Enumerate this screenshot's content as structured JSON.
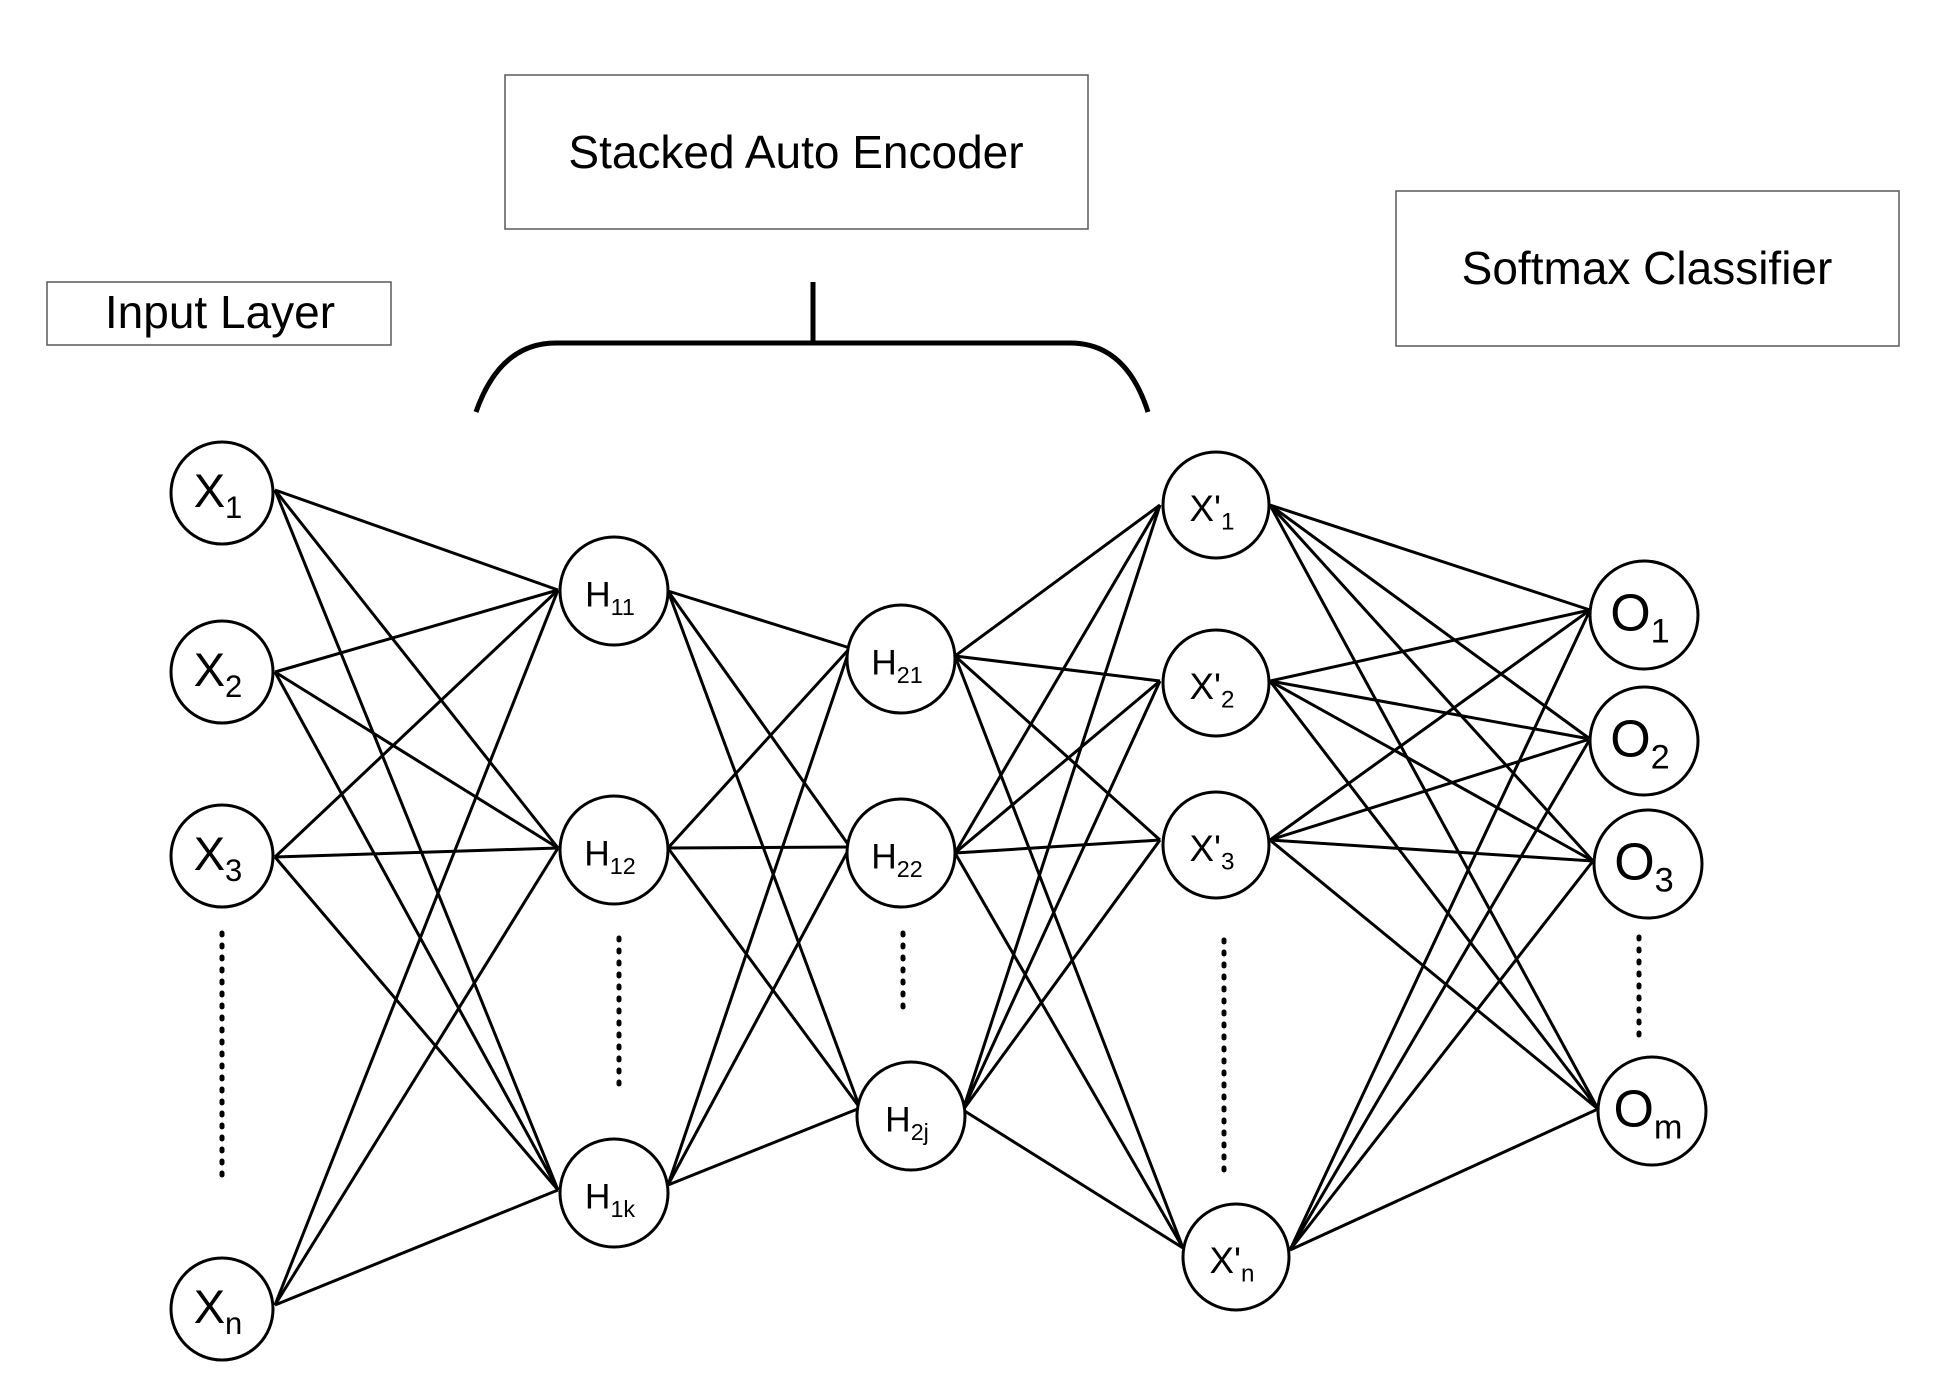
{
  "labels": {
    "input_layer": "Input Layer",
    "stacked_auto_encoder": "Stacked Auto Encoder",
    "softmax_classifier": "Softmax Classifier"
  },
  "layers": [
    {
      "id": "input",
      "nodes": [
        {
          "id": "x1",
          "base": "X",
          "sub": "1"
        },
        {
          "id": "x2",
          "base": "X",
          "sub": "2"
        },
        {
          "id": "x3",
          "base": "X",
          "sub": "3"
        },
        {
          "id": "xn",
          "base": "X",
          "sub": "n"
        }
      ]
    },
    {
      "id": "hidden1",
      "nodes": [
        {
          "id": "h11",
          "base": "H",
          "sub": "11"
        },
        {
          "id": "h12",
          "base": "H",
          "sub": "12"
        },
        {
          "id": "h1k",
          "base": "H",
          "sub": "1k"
        }
      ]
    },
    {
      "id": "hidden2",
      "nodes": [
        {
          "id": "h21",
          "base": "H",
          "sub": "21"
        },
        {
          "id": "h22",
          "base": "H",
          "sub": "22"
        },
        {
          "id": "h2j",
          "base": "H",
          "sub": "2j"
        }
      ]
    },
    {
      "id": "reconstruction",
      "nodes": [
        {
          "id": "xp1",
          "base": "X'",
          "sub": "1"
        },
        {
          "id": "xp2",
          "base": "X'",
          "sub": "2"
        },
        {
          "id": "xp3",
          "base": "X'",
          "sub": "3"
        },
        {
          "id": "xpn",
          "base": "X'",
          "sub": "n"
        }
      ]
    },
    {
      "id": "output",
      "nodes": [
        {
          "id": "o1",
          "base": "O",
          "sub": "1"
        },
        {
          "id": "o2",
          "base": "O",
          "sub": "2"
        },
        {
          "id": "o3",
          "base": "O",
          "sub": "3"
        },
        {
          "id": "om",
          "base": "O",
          "sub": "m"
        }
      ]
    }
  ]
}
